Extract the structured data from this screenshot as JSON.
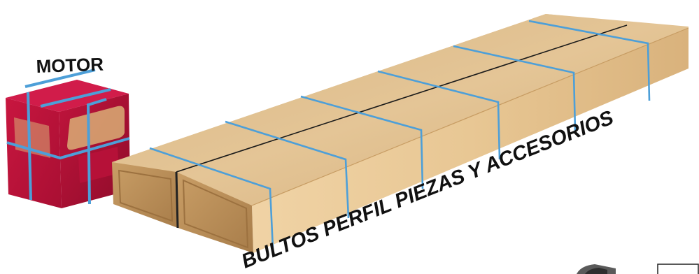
{
  "labels": {
    "motor": "MOTOR",
    "packages": "BULTOS PERFIL PIEZAS Y ACCESORIOS"
  },
  "colors": {
    "motor_box_front": "#c0143c",
    "motor_box_top": "#d21f4f",
    "motor_box_side": "#9e0f2f",
    "motor_print": "#d9b07a",
    "cardboard_top": "#dcbc8e",
    "cardboard_front": "#e9ca9a",
    "cardboard_side": "#c99f68",
    "strap": "#4d9fd8",
    "seam": "#1a1a1a"
  },
  "icons": {
    "corner_object": "dark-object-partial",
    "corner_frame": "frame-partial"
  }
}
